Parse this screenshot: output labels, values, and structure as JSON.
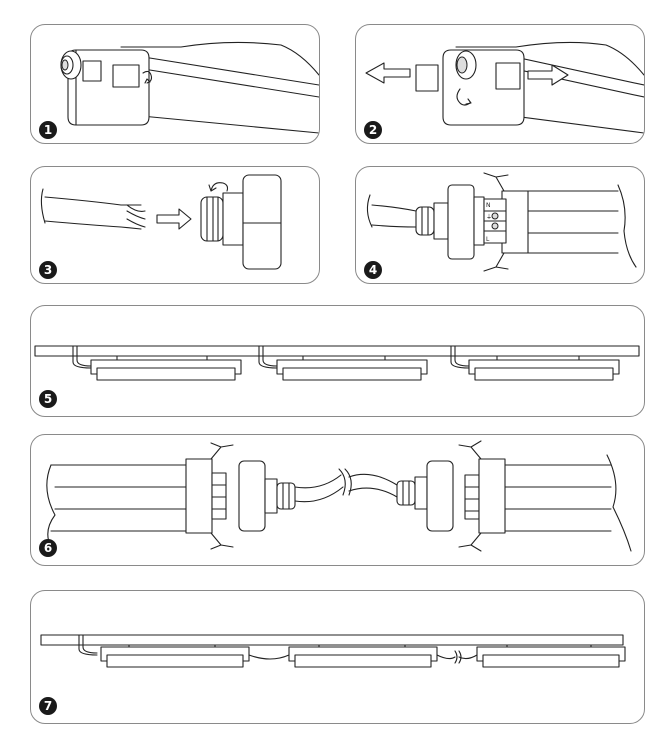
{
  "steps": [
    {
      "number": "1"
    },
    {
      "number": "2"
    },
    {
      "number": "3"
    },
    {
      "number": "4"
    },
    {
      "number": "5"
    },
    {
      "number": "6"
    },
    {
      "number": "7"
    }
  ],
  "terminal_labels": {
    "neutral": "N",
    "earth": "⏚",
    "live": "L"
  }
}
